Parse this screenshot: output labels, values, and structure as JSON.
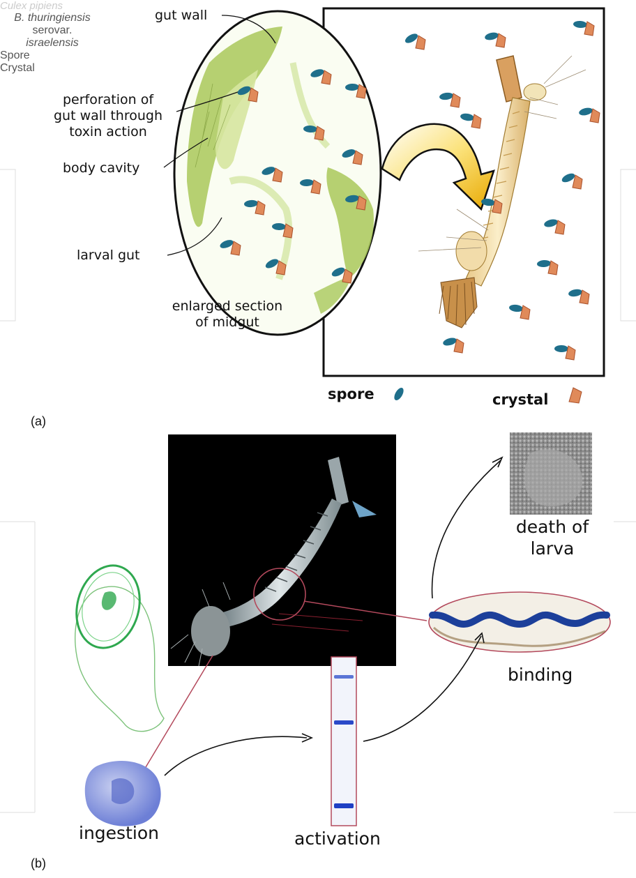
{
  "panel_a": {
    "letter": "(a)",
    "labels": {
      "gut_wall": "gut wall",
      "perforation_1": "perforation of",
      "perforation_2": "gut wall through",
      "perforation_3": "toxin action",
      "body_cavity": "body cavity",
      "larval_gut": "larval gut",
      "enlarged_1": "enlarged section",
      "enlarged_2": "of midgut"
    },
    "legend": {
      "spore": "spore",
      "crystal": "crystal"
    }
  },
  "panel_b": {
    "letter": "(b)",
    "species": "Culex pipiens",
    "bt_1": "B. thuringiensis",
    "bt_2": "serovar.",
    "bt_3": "israelensis",
    "spore": "Spore",
    "crystal": "Crystal",
    "ingestion": "ingestion",
    "activation": "activation",
    "binding": "binding",
    "death_1": "death of",
    "death_2": "larva"
  },
  "colors": {
    "spore": "#1f6f8b",
    "crystal": "#e08a5a",
    "gut_green": "#a9c85a",
    "arrow_yellow": "#f2c200",
    "binding_blue": "#1c3f9a",
    "accent_red": "#b3495c"
  }
}
